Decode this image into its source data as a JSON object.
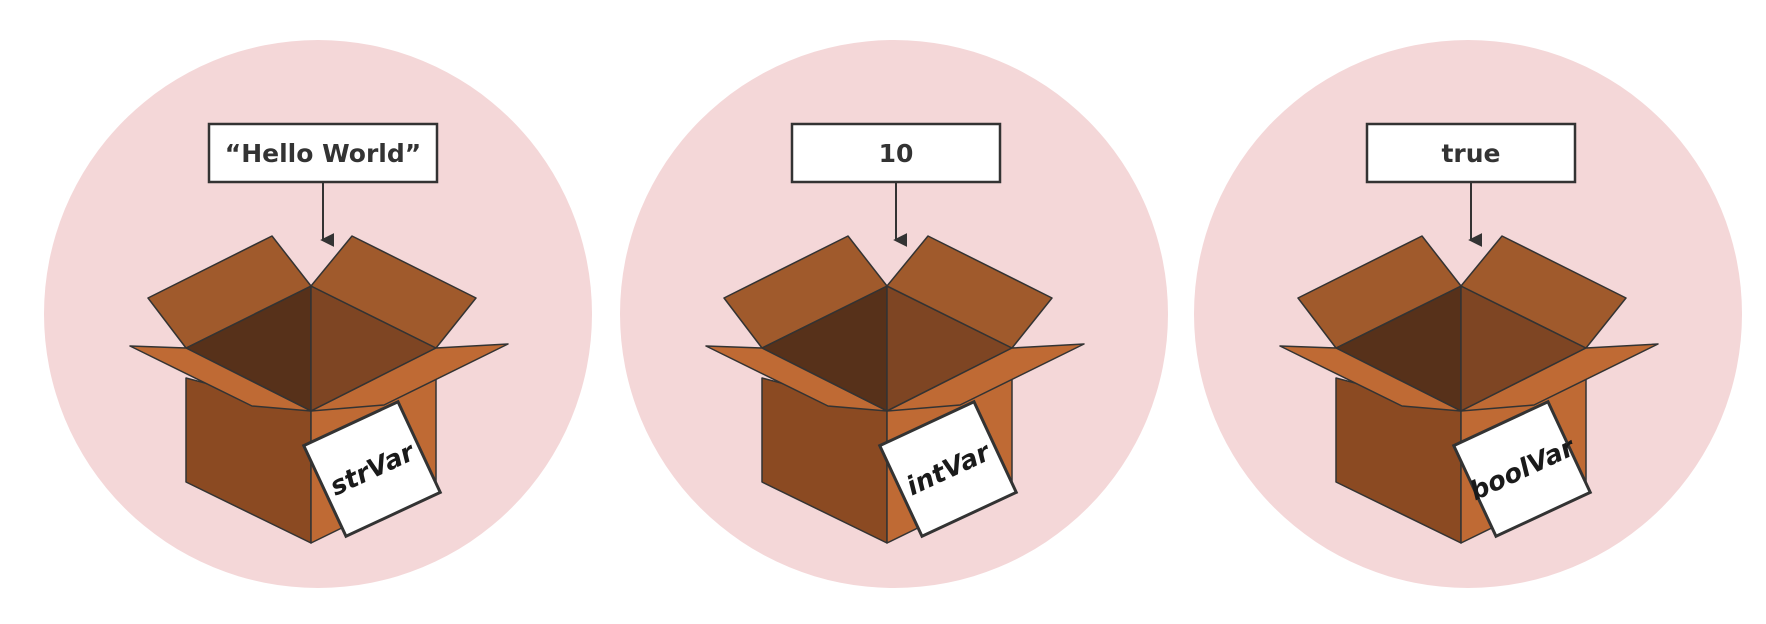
{
  "diagram": {
    "colors": {
      "circle_fill": "#f4d7d8",
      "box_front_left": "#8b4a22",
      "box_front_right": "#bf6a34",
      "box_inner_dark": "#57311a",
      "box_inner_mid": "#7e4523",
      "flap_color": "#a05a2c",
      "outline": "#333333"
    },
    "variables": [
      {
        "value": "“Hello World”",
        "name": "strVar"
      },
      {
        "value": "10",
        "name": "intVar"
      },
      {
        "value": "true",
        "name": "boolVar"
      }
    ]
  }
}
